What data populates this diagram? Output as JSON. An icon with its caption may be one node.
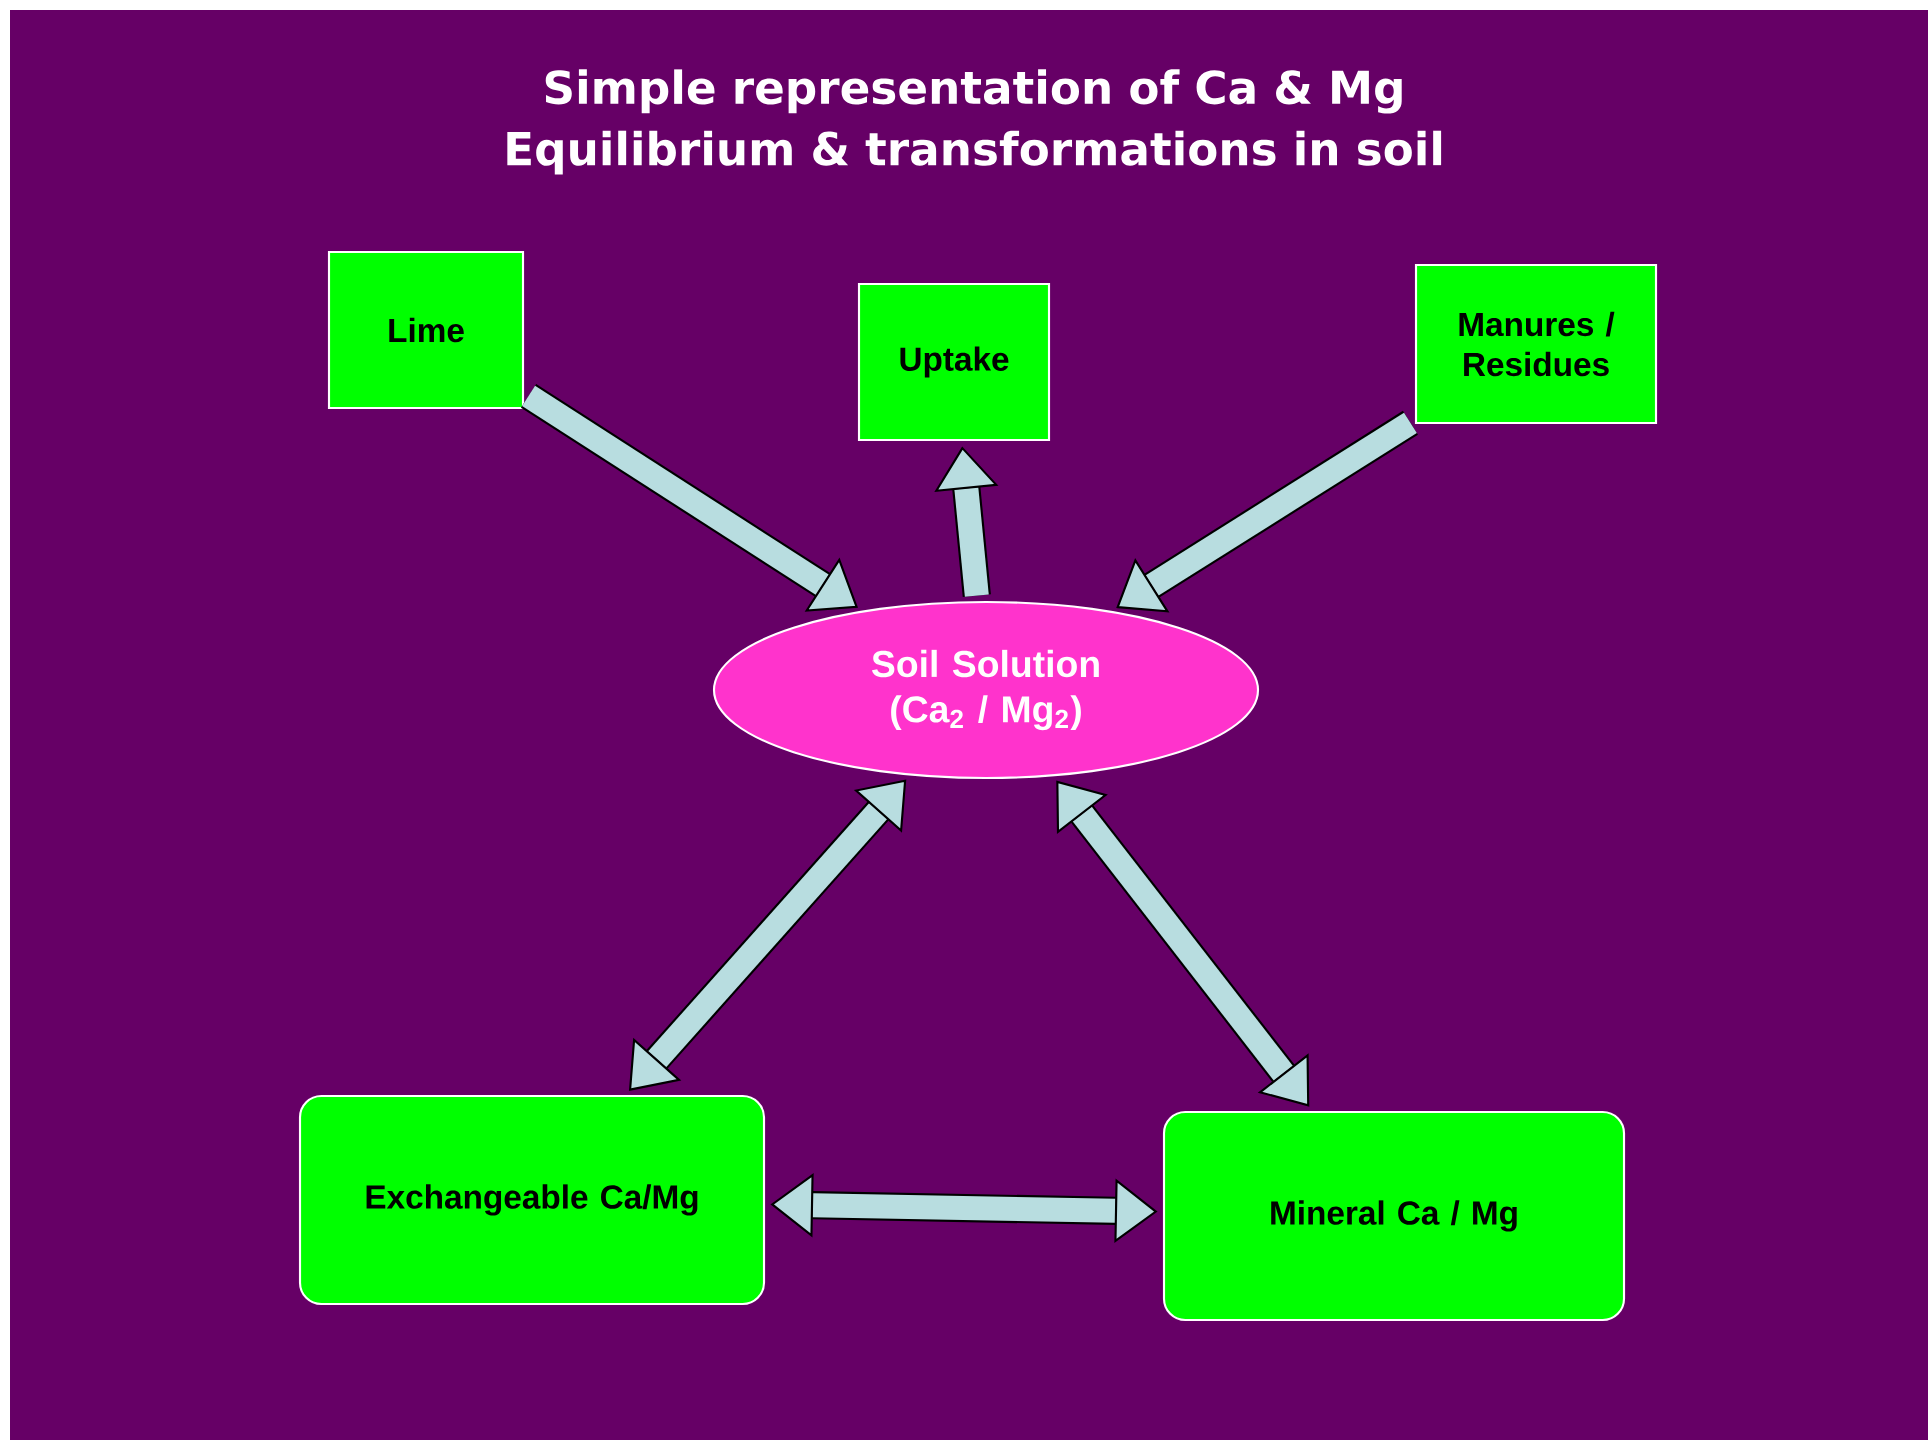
{
  "diagram": {
    "title": "Simple representation of Ca & Mg Equilibrium & transformations in soil",
    "nodes": [
      {
        "text": [
          "Lime"
        ]
      },
      {
        "text": [
          "Uptake"
        ]
      },
      {
        "text": [
          "Manures / Residues"
        ]
      },
      {
        "text": [
          "Soil Solution (Ca$_{2}$ / Mg$_{2}$)"
        ]
      },
      {
        "text": [
          "Exchangeable Ca/Mg"
        ]
      },
      {
        "text": [
          "Mineral Ca / Mg"
        ]
      }
    ],
    "edges": [
      {
        "from": 0,
        "to": 3,
        "arrow": "to"
      },
      {
        "from": 3,
        "to": 1,
        "arrow": "to"
      },
      {
        "from": 2,
        "to": 3,
        "arrow": "to"
      },
      {
        "from": 3,
        "to": 4,
        "arrow": "both"
      },
      {
        "from": 3,
        "to": 5,
        "arrow": "both"
      },
      {
        "from": 4,
        "to": 5,
        "arrow": "both"
      }
    ]
  }
}
